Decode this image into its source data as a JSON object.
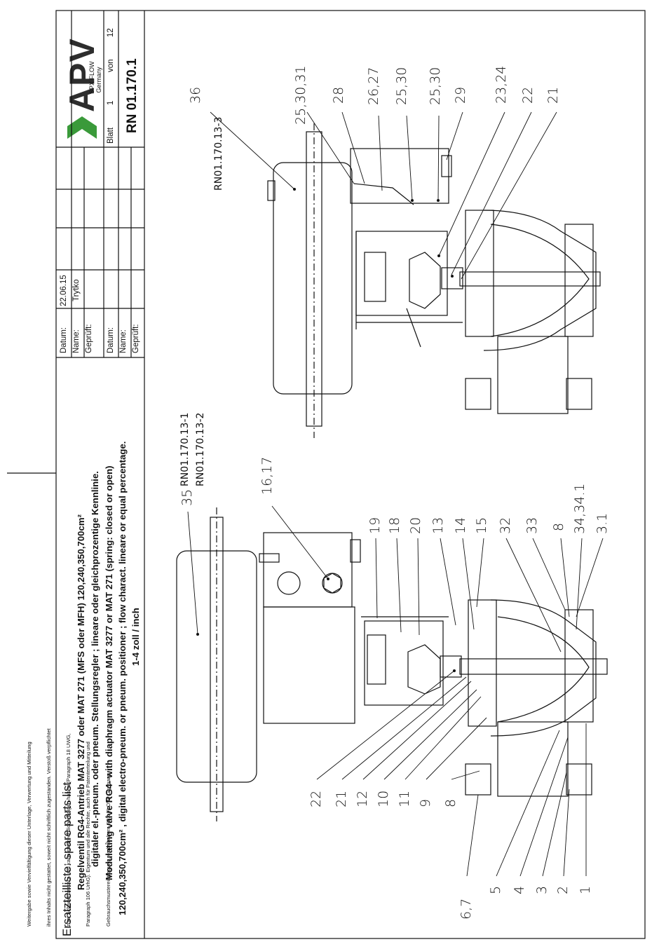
{
  "notice": {
    "lines": [
      "Weitergabe sowie Vervielfältigung dieser Unterlage, Verwertung und Mitteilung",
      "ihres Inhalts nicht gestattet, soweit nicht schriftlich zugestanden. Verstoß verpflichtet",
      "zum Schadensersatz und kann strafrechtliche Folgen haben (Paragraph 18 UWG,",
      "Paragraph 106 UrhG). Eigentum und alle Rechte, auch für Patenterteilung und",
      "Gebrauchsmustereintragung, vorbehalten. SPX FLOW, Germany"
    ]
  },
  "title": {
    "list_label": "Ersatzteilliste: spare parts list",
    "line1": "Regelventil RG4-Antrieb MAT 3277  oder MAT 271 (MFS oder MFH) 120,240,350,700cm²",
    "line2": "digitaler el.-pneum. oder pneum. Stellungsregler ; lineare oder gleichprozentige Kennlinie.",
    "line3": "Modulating valve RG4- with diaphragm actuator MAT 3277 or MAT 271 (spring: closed or open)",
    "line4": "120,240,350,700cm² , digital electro-pneum. or pneum. positioner ; flow charact. lineare or equal percentage.",
    "line5": "1-4 zoll / inch"
  },
  "title_block": {
    "datum_label": "Datum:",
    "datum_value": "22.06.15",
    "name_label": "Name:",
    "name_value": "Trytko",
    "geprueft_label": "Geprüft:",
    "datum2_label": "Datum:",
    "name2_label": "Name:",
    "geprueft2_label": "Geprüft:",
    "blatt_label": "Blatt",
    "blatt_value": "1",
    "von_label": "von",
    "von_value": "12",
    "drawing_number": "RN 01.170.1",
    "logo_text": "APV",
    "logo_sub1": "SPX FLOW",
    "logo_sub2": "Germany"
  },
  "colors": {
    "line": "#111111",
    "logo_accent": "#3a9a3a",
    "logo_text": "#2d2d2d"
  },
  "upper_view": {
    "callouts": [
      "36",
      "25,30,31",
      "28",
      "26,27",
      "25,30",
      "25,30",
      "29",
      "23,24",
      "22",
      "21"
    ],
    "ref_numbers": [
      "RN01.170.13-3"
    ]
  },
  "lower_view": {
    "callouts_top": [
      "35",
      "16,17",
      "19",
      "18",
      "20",
      "13",
      "14",
      "15",
      "32",
      "33",
      "8",
      "34,34.1",
      "3.1"
    ],
    "callouts_bottom": [
      "22",
      "21",
      "12",
      "10",
      "11",
      "9",
      "8",
      "6,7",
      "5",
      "4",
      "3",
      "2",
      "1"
    ],
    "ref_numbers": [
      "RN01.170.13-1",
      "RN01.170.13-2"
    ]
  }
}
